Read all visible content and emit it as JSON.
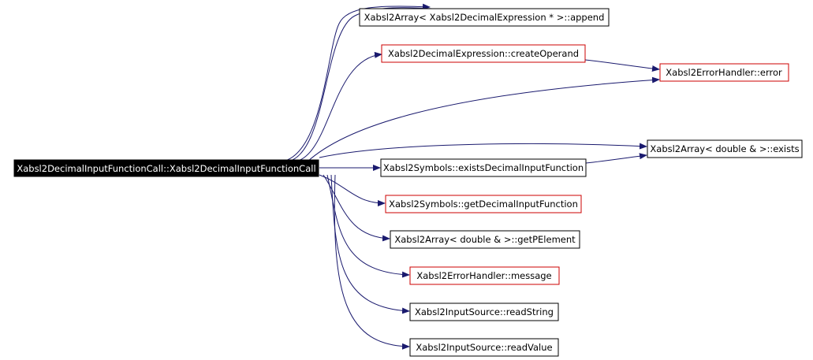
{
  "diagram": {
    "root": {
      "label": "Xabsl2DecimalInputFunctionCall::Xabsl2DecimalInputFunctionCall",
      "fill": "#000000",
      "text_color": "#ffffff"
    },
    "nodes": [
      {
        "id": "append",
        "label": "Xabsl2Array< Xabsl2DecimalExpression * >::append",
        "border": "#000000"
      },
      {
        "id": "createOperand",
        "label": "Xabsl2DecimalExpression::createOperand",
        "border": "#cc0000"
      },
      {
        "id": "error",
        "label": "Xabsl2ErrorHandler::error",
        "border": "#cc0000"
      },
      {
        "id": "exists",
        "label": "Xabsl2Array< double & >::exists",
        "border": "#000000"
      },
      {
        "id": "existsDecimalInputFunction",
        "label": "Xabsl2Symbols::existsDecimalInputFunction",
        "border": "#000000"
      },
      {
        "id": "getDecimalInputFunction",
        "label": "Xabsl2Symbols::getDecimalInputFunction",
        "border": "#cc0000"
      },
      {
        "id": "getPElement",
        "label": "Xabsl2Array< double & >::getPElement",
        "border": "#000000"
      },
      {
        "id": "message",
        "label": "Xabsl2ErrorHandler::message",
        "border": "#cc0000"
      },
      {
        "id": "readString",
        "label": "Xabsl2InputSource::readString",
        "border": "#000000"
      },
      {
        "id": "readValue",
        "label": "Xabsl2InputSource::readValue",
        "border": "#000000"
      }
    ],
    "edges": [
      {
        "from": "root",
        "to": "append"
      },
      {
        "from": "root",
        "to": "createOperand"
      },
      {
        "from": "root",
        "to": "error"
      },
      {
        "from": "root",
        "to": "exists"
      },
      {
        "from": "root",
        "to": "existsDecimalInputFunction"
      },
      {
        "from": "root",
        "to": "getDecimalInputFunction"
      },
      {
        "from": "root",
        "to": "getPElement"
      },
      {
        "from": "root",
        "to": "message"
      },
      {
        "from": "root",
        "to": "readString"
      },
      {
        "from": "root",
        "to": "readValue"
      },
      {
        "from": "createOperand",
        "to": "error"
      },
      {
        "from": "existsDecimalInputFunction",
        "to": "exists"
      }
    ],
    "edge_color": "#1a1a6e"
  }
}
